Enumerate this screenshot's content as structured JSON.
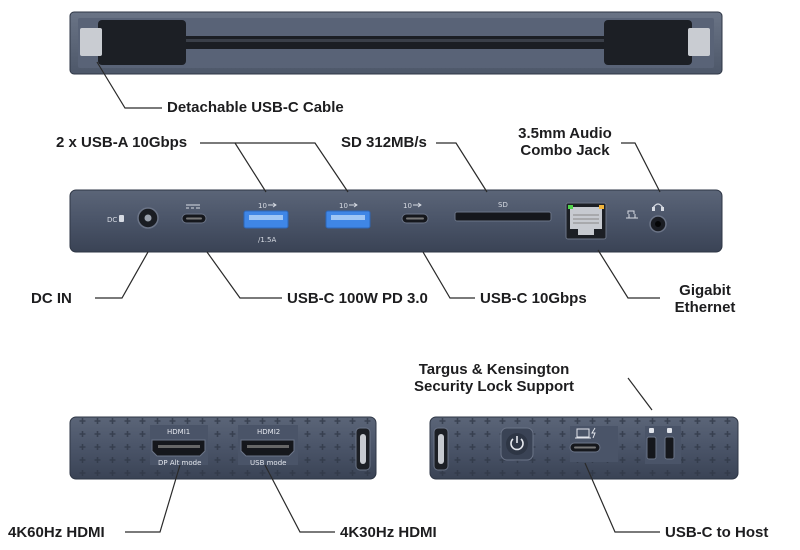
{
  "callouts": {
    "detachable_cable": "Detachable USB-C Cable",
    "usb_a": "2 x USB-A 10Gbps",
    "sd": "SD 312MB/s",
    "audio_line1": "3.5mm Audio",
    "audio_line2": "Combo Jack",
    "dc_in": "DC IN",
    "usb_c_pd": "USB-C 100W PD 3.0",
    "usb_c_10": "USB-C 10Gbps",
    "ethernet_line1": "Gigabit",
    "ethernet_line2": "Ethernet",
    "security_line1": "Targus & Kensington",
    "security_line2": "Security Lock Support",
    "hdmi_4k60": "4K60Hz HDMI",
    "hdmi_4k30": "4K30Hz HDMI",
    "usb_c_host": "USB-C to Host"
  },
  "port_labels": {
    "dc": "DC",
    "usb_a_speed_1": "10",
    "usb_a_speed_2": "10",
    "usb_a_current": "/1.5A",
    "usb_c_speed": "10",
    "sd": "SD",
    "hdmi1": "HDMI1",
    "hdmi1_mode": "DP Alt mode",
    "hdmi2": "HDMI2",
    "hdmi2_mode": "USB mode"
  },
  "colors": {
    "body": "#4a5468",
    "body_dark": "#3a4355",
    "leader": "#2a2a2a",
    "usb_a_blue": "#3f86e6",
    "port_black": "#15171c",
    "led_green": "#4fd34a",
    "led_amber": "#f0b43c"
  }
}
